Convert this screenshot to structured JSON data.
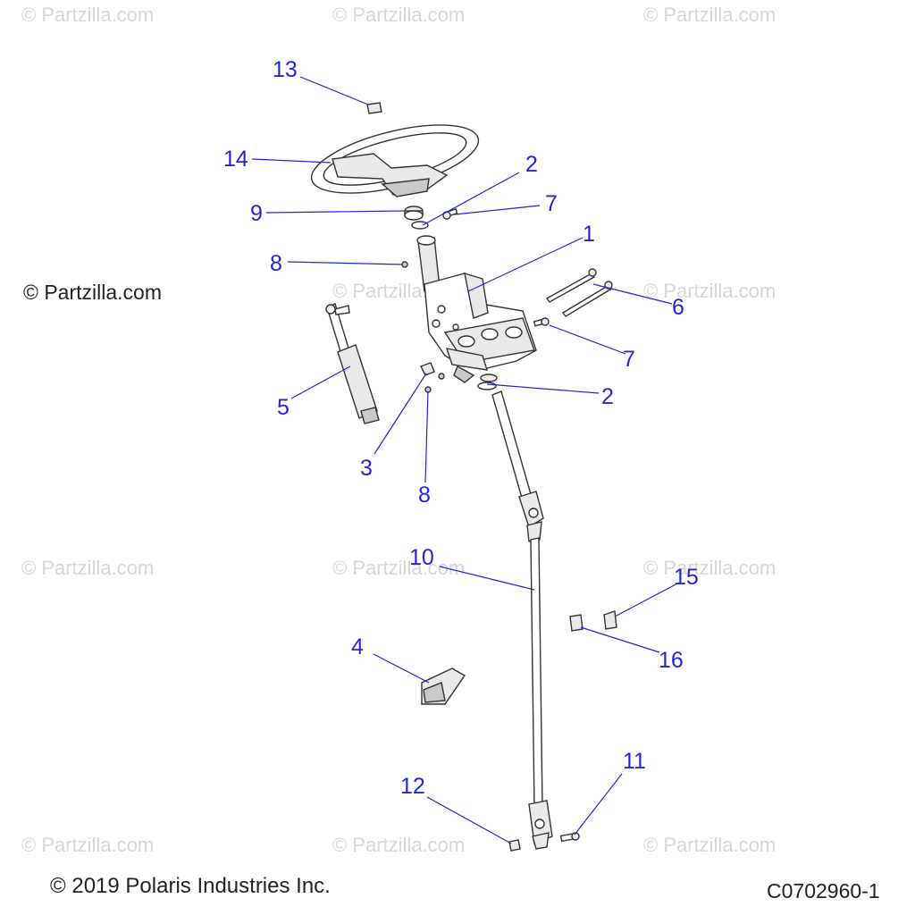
{
  "watermark_text": "© Partzilla.com",
  "side_copyright": "© Partzilla.com",
  "footer": {
    "copyright": "© 2019 Polaris Industries Inc.",
    "diagram_code": "C0702960-1"
  },
  "callouts": {
    "c13": "13",
    "c14": "14",
    "c2a": "2",
    "c9": "9",
    "c7a": "7",
    "c1": "1",
    "c8a": "8",
    "c6": "6",
    "c7b": "7",
    "c2b": "2",
    "c5": "5",
    "c3": "3",
    "c8b": "8",
    "c10": "10",
    "c15": "15",
    "c16": "16",
    "c4": "4",
    "c11": "11",
    "c12": "12"
  },
  "colors": {
    "callout": "#2424d6",
    "watermark": "#d6d6d6",
    "line_art": "#333333"
  }
}
